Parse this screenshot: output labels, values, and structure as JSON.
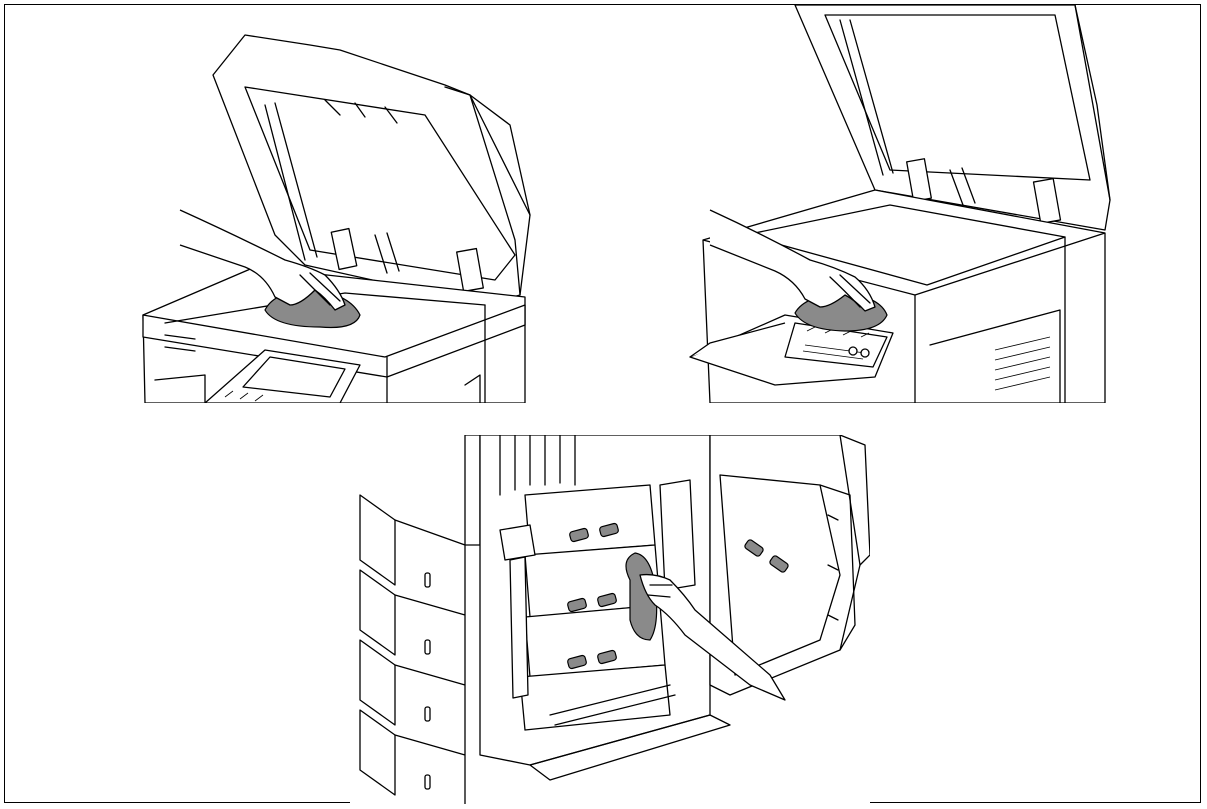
{
  "figure": {
    "panels": [
      {
        "id": "panel-a",
        "subject": "scanner-glass-cleaning"
      },
      {
        "id": "panel-b",
        "subject": "scanner-glass-cleaning-alt"
      },
      {
        "id": "panel-c",
        "subject": "interior-transfer-area-cleaning"
      }
    ],
    "colors": {
      "line": "#000000",
      "cloth": "#8a8a8a",
      "background": "#ffffff"
    }
  }
}
